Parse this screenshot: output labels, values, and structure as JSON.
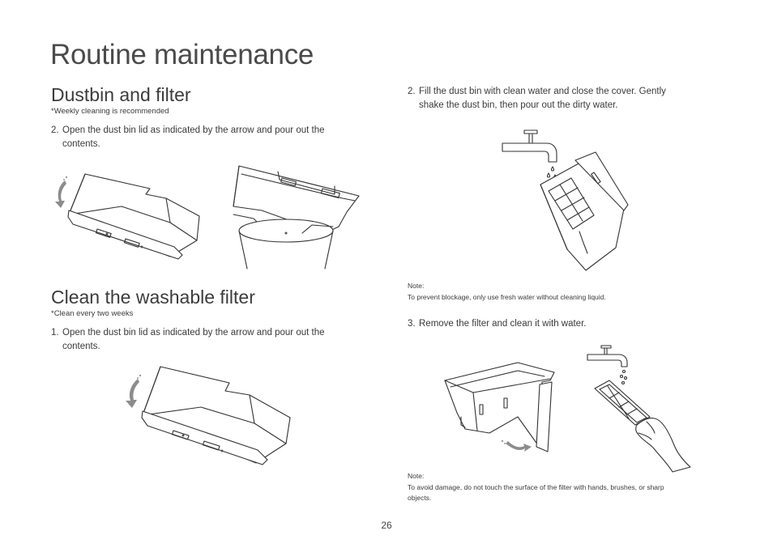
{
  "page": {
    "title": "Routine maintenance",
    "page_number": "26"
  },
  "dustbin": {
    "title": "Dustbin and filter",
    "subtitle": "*Weekly cleaning is recommended",
    "step_number": "2.",
    "step_line1": "Open the dust bin lid as indicated by the arrow and pour out the",
    "step_line2": "contents."
  },
  "washable": {
    "title": "Clean the washable filter",
    "subtitle": "*Clean every two weeks",
    "step_number": "1.",
    "step_line1": "Open the dust bin lid as indicated by the arrow and pour out the",
    "step_line2": "contents."
  },
  "right": {
    "step2_number": "2.",
    "step2_line1": "Fill the dust bin with clean water and close the cover. Gently",
    "step2_line2": "shake the dust bin, then pour out the dirty water.",
    "note1_label": "Note:",
    "note1_text": "To prevent blockage, only use fresh water without cleaning liquid.",
    "step3_number": "3.",
    "step3_text": "Remove the filter and clean it with water.",
    "note2_label": "Note:",
    "note2_line1": "To avoid damage, do not touch the surface of the filter with hands, brushes, or sharp",
    "note2_line2": "objects."
  },
  "colors": {
    "text": "#3a3a3a",
    "line_art": "#333333",
    "arrow": "#8c8c8c"
  }
}
